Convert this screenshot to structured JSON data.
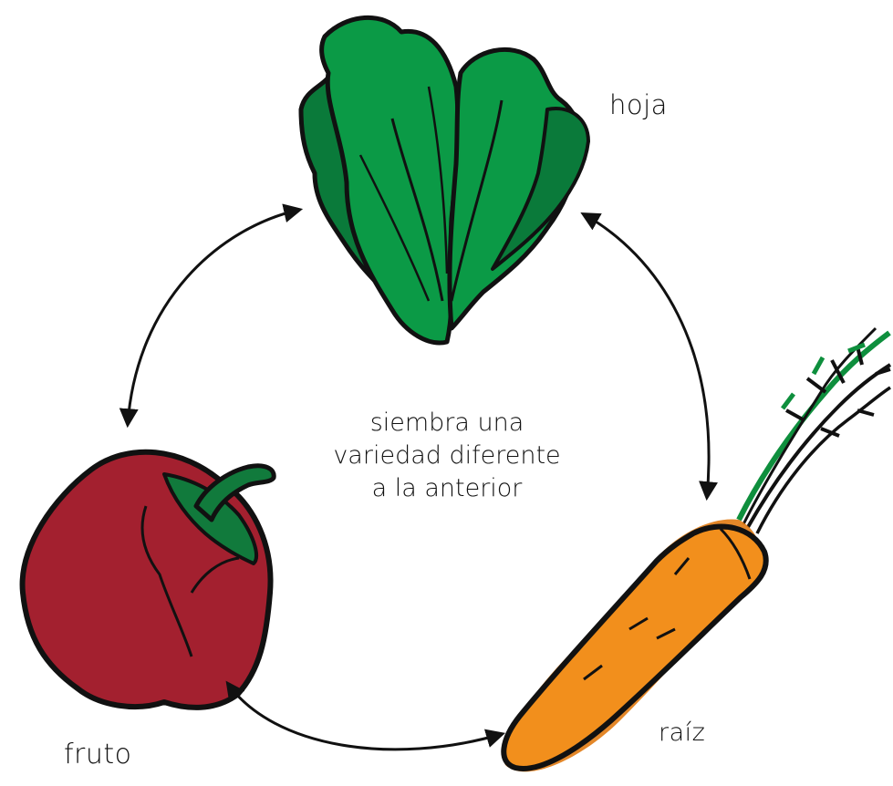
{
  "labels": {
    "leaf": "hoja",
    "root": "raíz",
    "fruit": "fruto"
  },
  "center": {
    "line1": "siembra una",
    "line2": "variedad diferente",
    "line3": "a la anterior"
  },
  "colors": {
    "leaf_light": "#0b9a46",
    "leaf_dark": "#0a7a3a",
    "pepper": "#a3202f",
    "pepper_stem": "#117a3c",
    "carrot": "#f28f1c",
    "carrot_shadow": "#e07a12",
    "carrot_greens": "#0e8f3d",
    "ink": "#111111"
  }
}
